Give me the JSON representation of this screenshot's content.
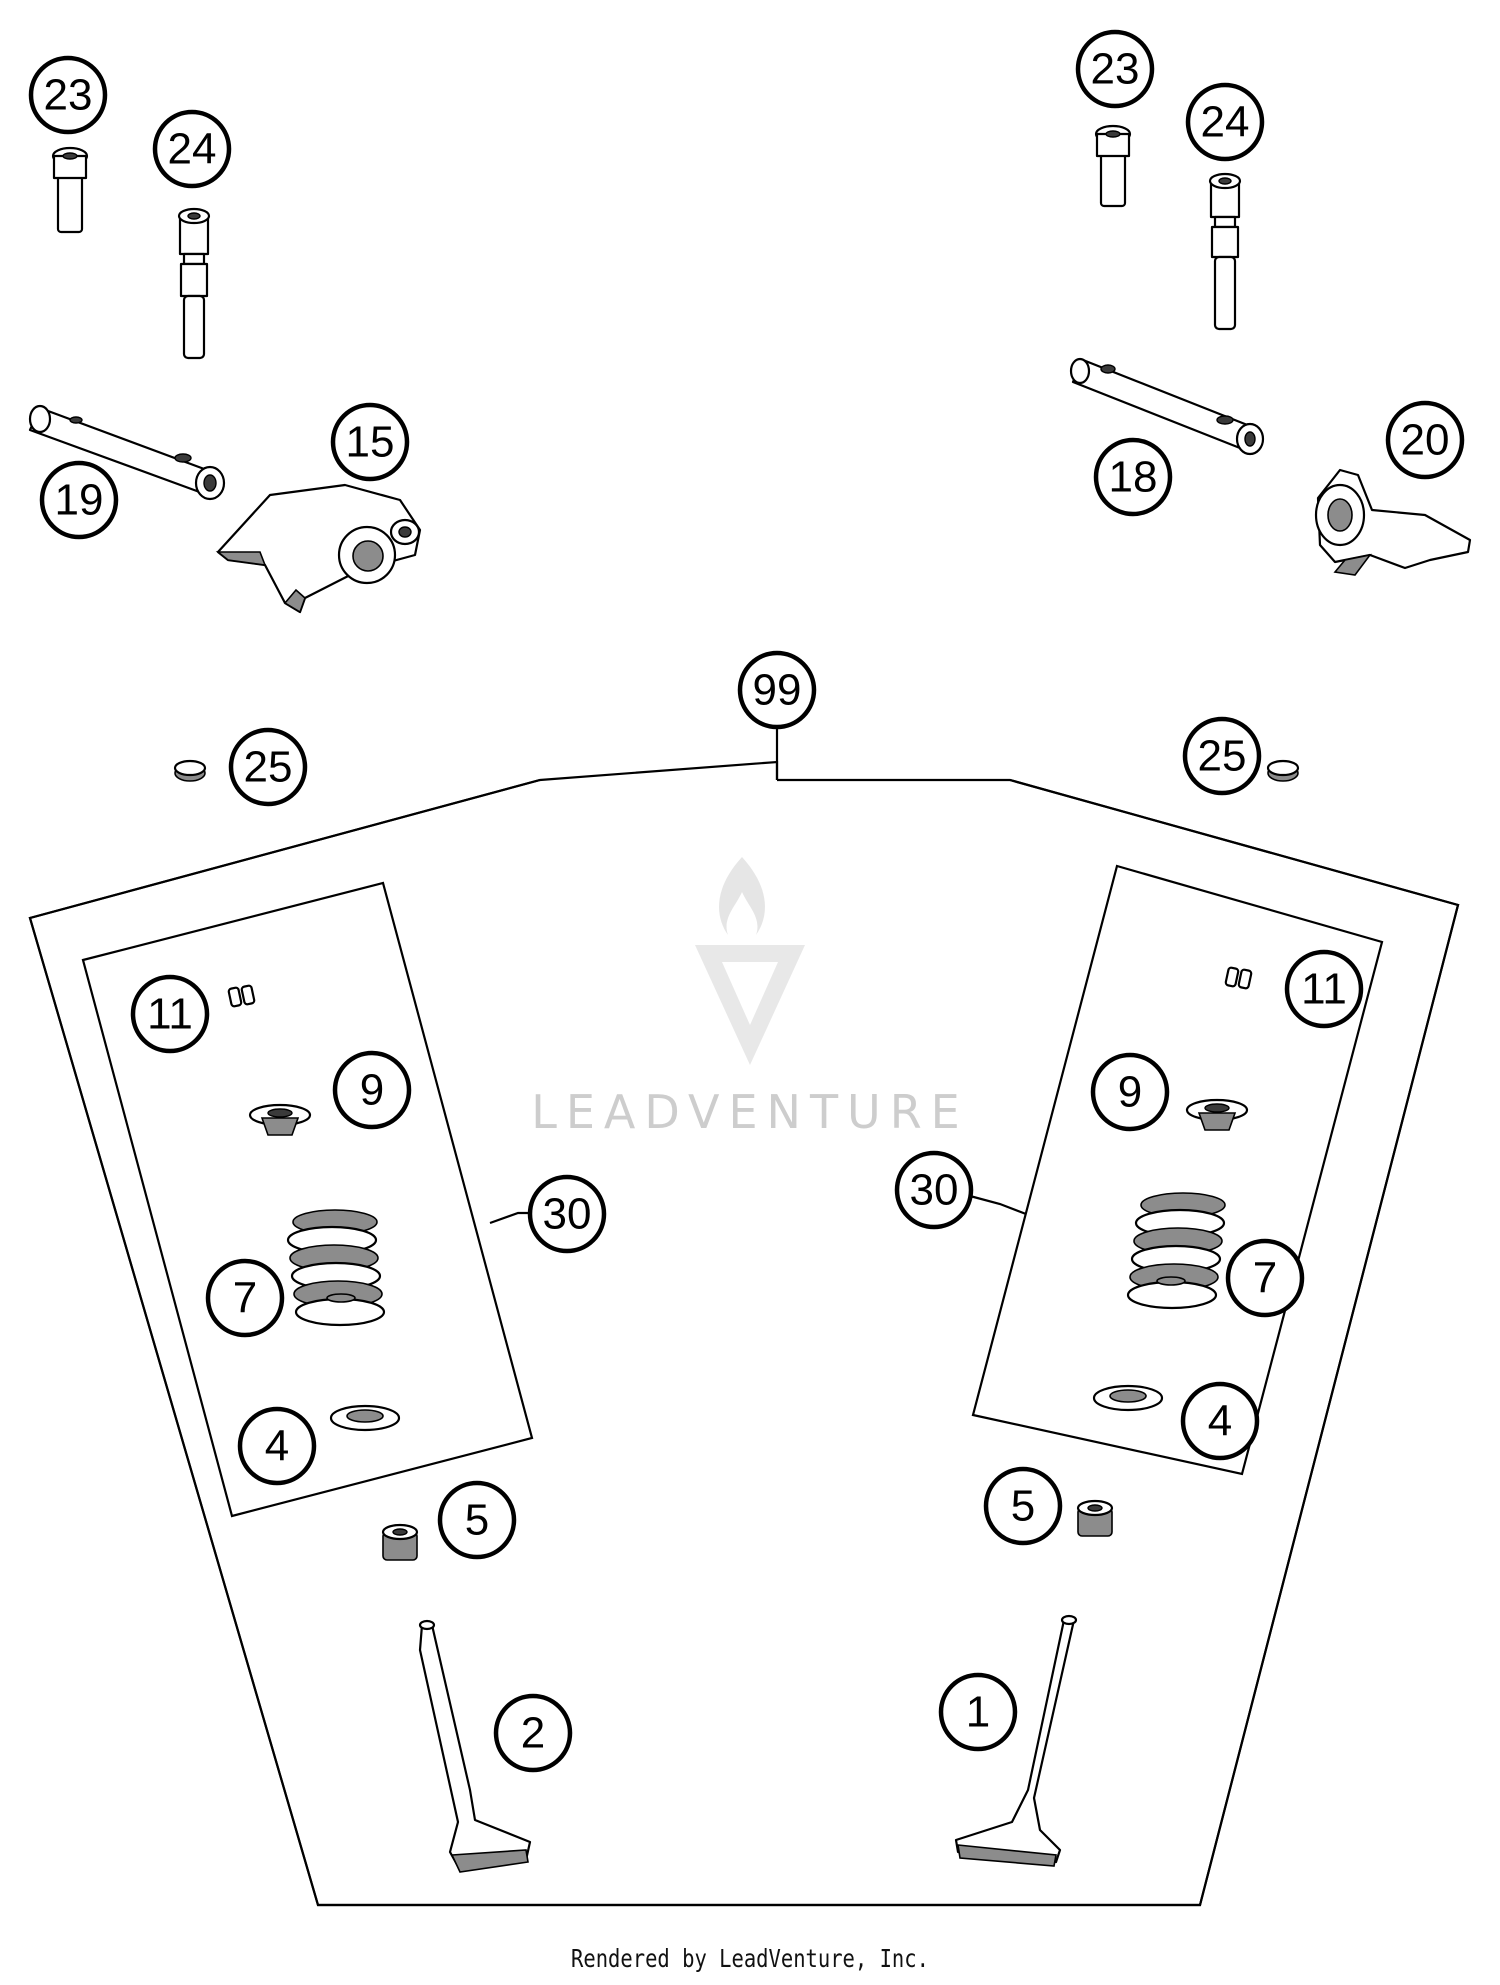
{
  "diagram": {
    "watermark": "LEADVENTURE",
    "footer": "Rendered by LeadVenture, Inc.",
    "callouts": {
      "c23_left": "23",
      "c24_left": "24",
      "c19": "19",
      "c15": "15",
      "c23_right": "23",
      "c24_right": "24",
      "c18": "18",
      "c20": "20",
      "c99": "99",
      "c25_left": "25",
      "c25_right": "25",
      "c11_left": "11",
      "c9_left": "9",
      "c30_left": "30",
      "c7_left": "7",
      "c4_left": "4",
      "c5_left": "5",
      "c2": "2",
      "c11_right": "11",
      "c9_right": "9",
      "c30_right": "30",
      "c7_right": "7",
      "c4_right": "4",
      "c5_right": "5",
      "c1": "1"
    }
  }
}
